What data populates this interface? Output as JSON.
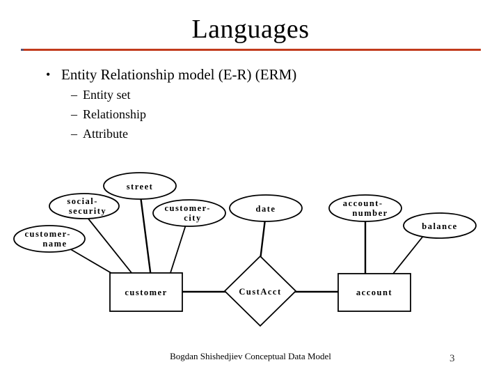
{
  "slide": {
    "title": "Languages",
    "accent_color": "#c23b1c",
    "bullets": [
      {
        "label": "Entity Relationship model (E-R) (ERM)",
        "children": [
          "Entity set",
          "Relationship",
          "Attribute"
        ]
      }
    ],
    "footer": "Bogdan Shishedjiev Conceptual Data Model",
    "page_number": "3"
  },
  "bullet_glyphs": {
    "level1": "•",
    "level2": "–"
  },
  "diagram": {
    "type": "entity-relationship",
    "entities": [
      {
        "label": "customer",
        "attributes": [
          "customer-name",
          "social-security",
          "street",
          "customer-city"
        ]
      },
      {
        "label": "account",
        "attributes": [
          "account-number",
          "balance"
        ]
      }
    ],
    "relationship": {
      "label": "CustAcct",
      "attributes": [
        "date"
      ],
      "connects": [
        "customer",
        "account"
      ]
    },
    "ellipse_labels": {
      "street": [
        "street"
      ],
      "social_security": [
        "social-",
        "security"
      ],
      "customer_city": [
        "customer-",
        "city"
      ],
      "customer_name": [
        "customer-",
        "name"
      ],
      "date": [
        "date"
      ],
      "account_number": [
        "account-",
        "number"
      ],
      "balance": [
        "balance"
      ]
    }
  }
}
